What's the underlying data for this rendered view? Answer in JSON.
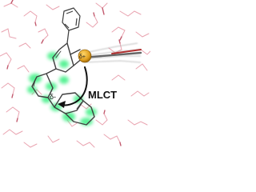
{
  "figure": {
    "transition_label": "MLCT",
    "donor_charge": "δ+",
    "acceptor_charge": "δ-",
    "colors": {
      "background": "#ffffff",
      "solvent": "#e79aa8",
      "solvent_dark": "#c25a6e",
      "molecule": "#3f3f3f",
      "density_glow": "#3ef084",
      "metal": "#e0a020",
      "arrow": "#111111"
    }
  }
}
